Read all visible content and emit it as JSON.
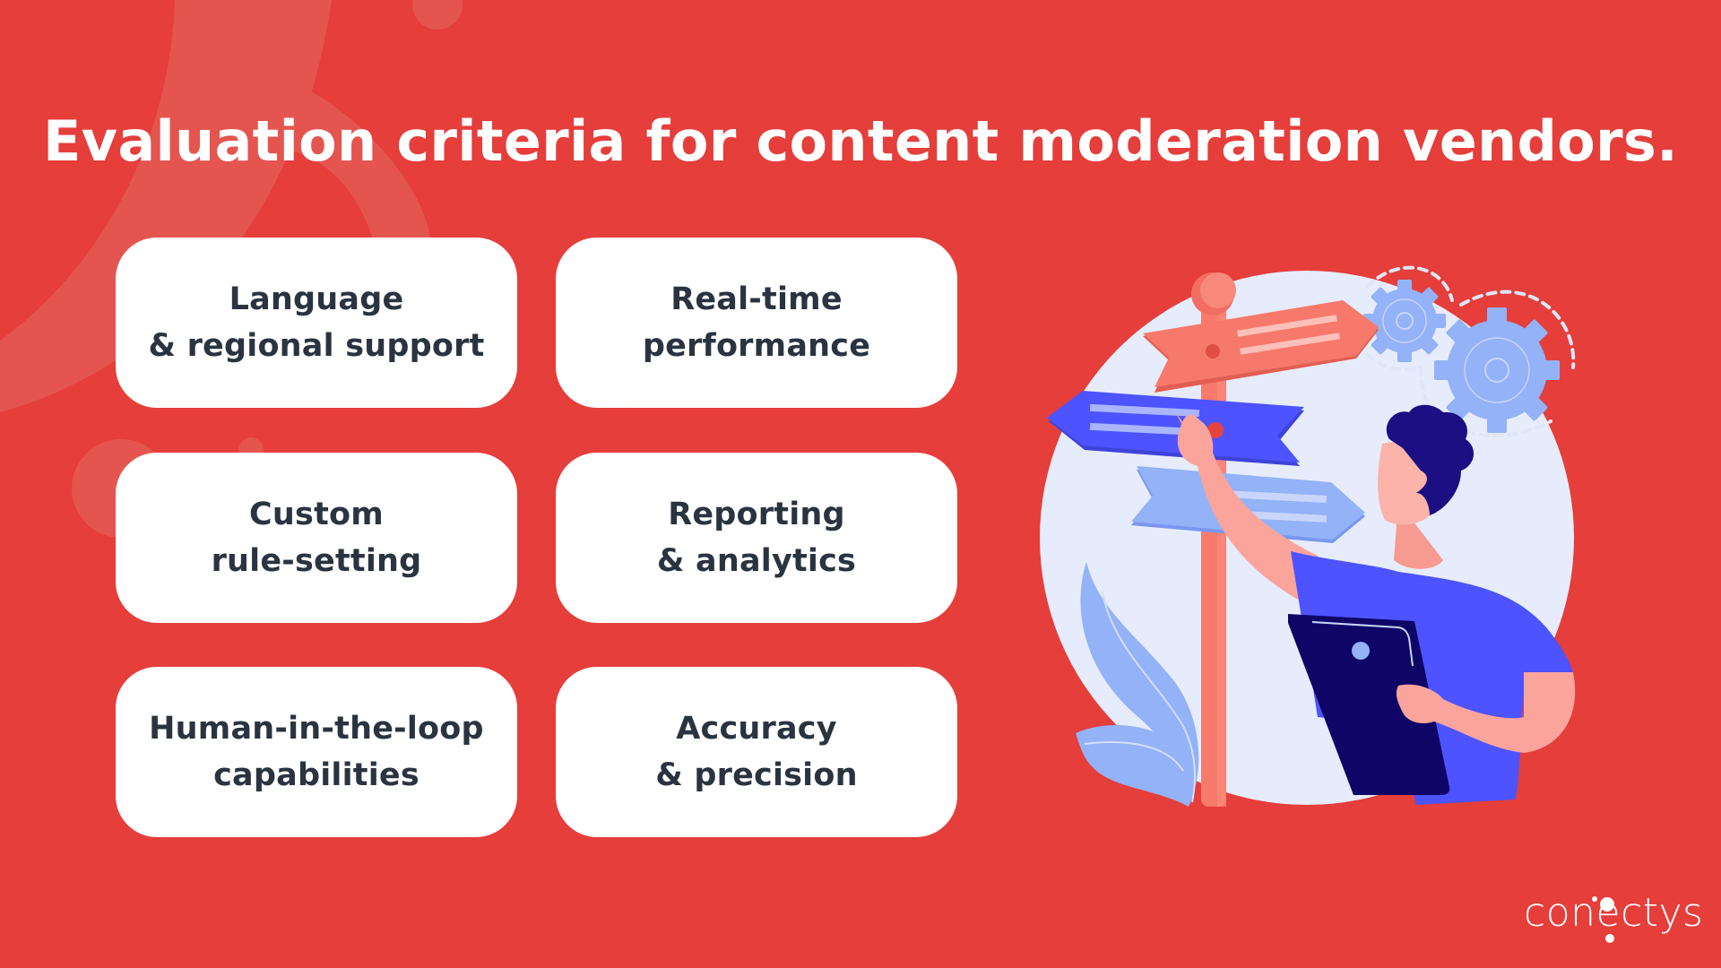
{
  "page": {
    "title": "Evaluation criteria for content moderation vendors.",
    "colors": {
      "background": "#e53e3b",
      "background_deco": "#e5554f",
      "card": "#ffffff",
      "card_text": "#2a3441",
      "title_text": "#ffffff"
    }
  },
  "criteria": [
    {
      "line1": "Language",
      "line2": "& regional support"
    },
    {
      "line1": "Real-time",
      "line2": "performance"
    },
    {
      "line1": "Custom",
      "line2": "rule-setting"
    },
    {
      "line1": "Reporting",
      "line2": "& analytics"
    },
    {
      "line1": "Human-in-the-loop",
      "line2": "capabilities"
    },
    {
      "line1": "Accuracy",
      "line2": "& precision"
    }
  ],
  "illustration": {
    "description": "person pointing at signpost with gears",
    "icons": [
      "signpost-icon",
      "gear-icon",
      "tablet-icon",
      "leaf-icon",
      "person-icon"
    ]
  },
  "brand": {
    "logo_text": "conectys"
  }
}
